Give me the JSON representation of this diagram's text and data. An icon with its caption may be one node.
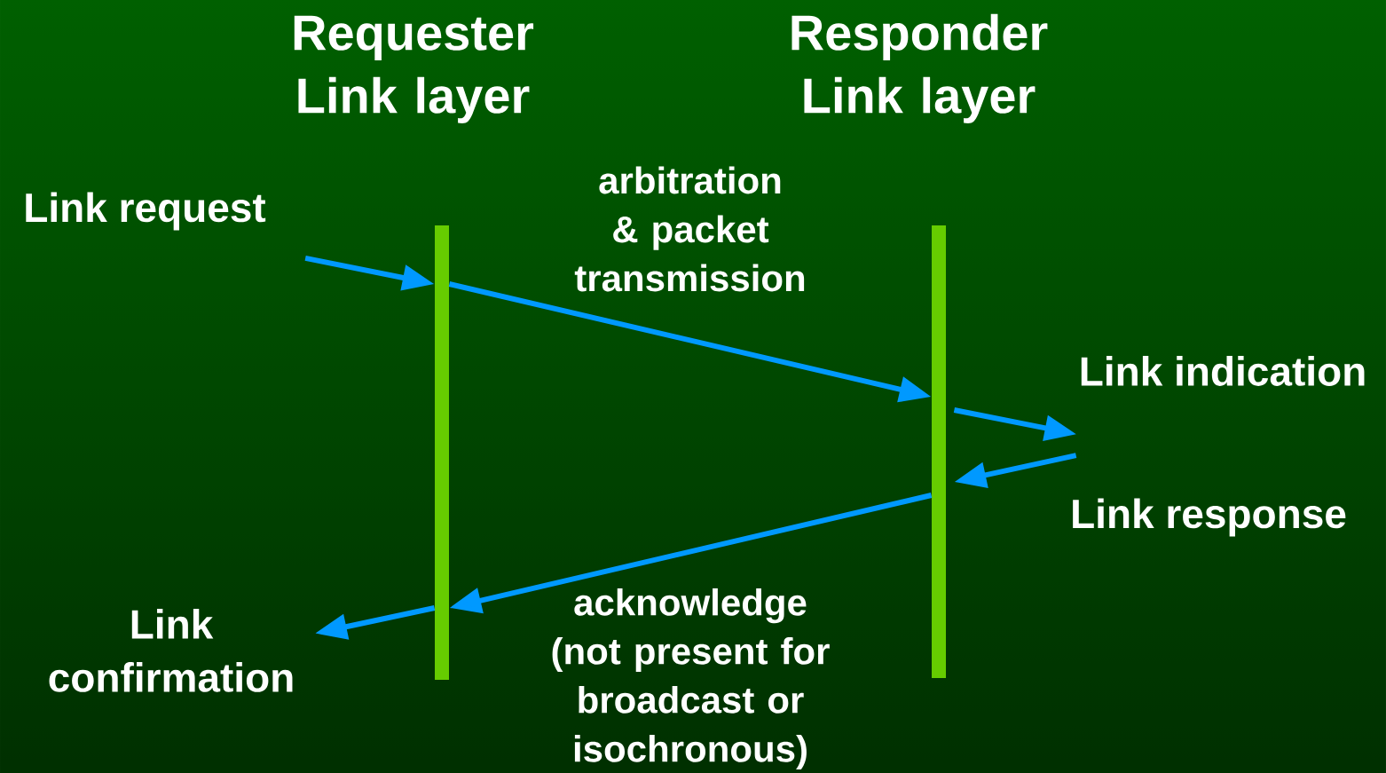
{
  "diagram": {
    "nodes": [
      {
        "text": [
          "Requester Link layer"
        ]
      },
      {
        "text": [
          "Responder Link layer"
        ]
      },
      {
        "text": [
          "Link request"
        ]
      },
      {
        "text": [
          "Link indication"
        ]
      },
      {
        "text": [
          "Link response"
        ]
      },
      {
        "text": [
          "Link confirmation"
        ]
      }
    ],
    "edges": [
      {
        "from": 2,
        "to": 0,
        "arrow": "to"
      },
      {
        "from": 0,
        "to": 1,
        "arrow": "to",
        "label": "arbitration & packet transmission"
      },
      {
        "from": 1,
        "to": 3,
        "arrow": "to"
      },
      {
        "from": 4,
        "to": 1,
        "arrow": "to"
      },
      {
        "from": 1,
        "to": 0,
        "arrow": "to",
        "label": "acknowledge (not present for broadcast or isochronous)"
      },
      {
        "from": 0,
        "to": 5,
        "arrow": "to"
      }
    ]
  }
}
